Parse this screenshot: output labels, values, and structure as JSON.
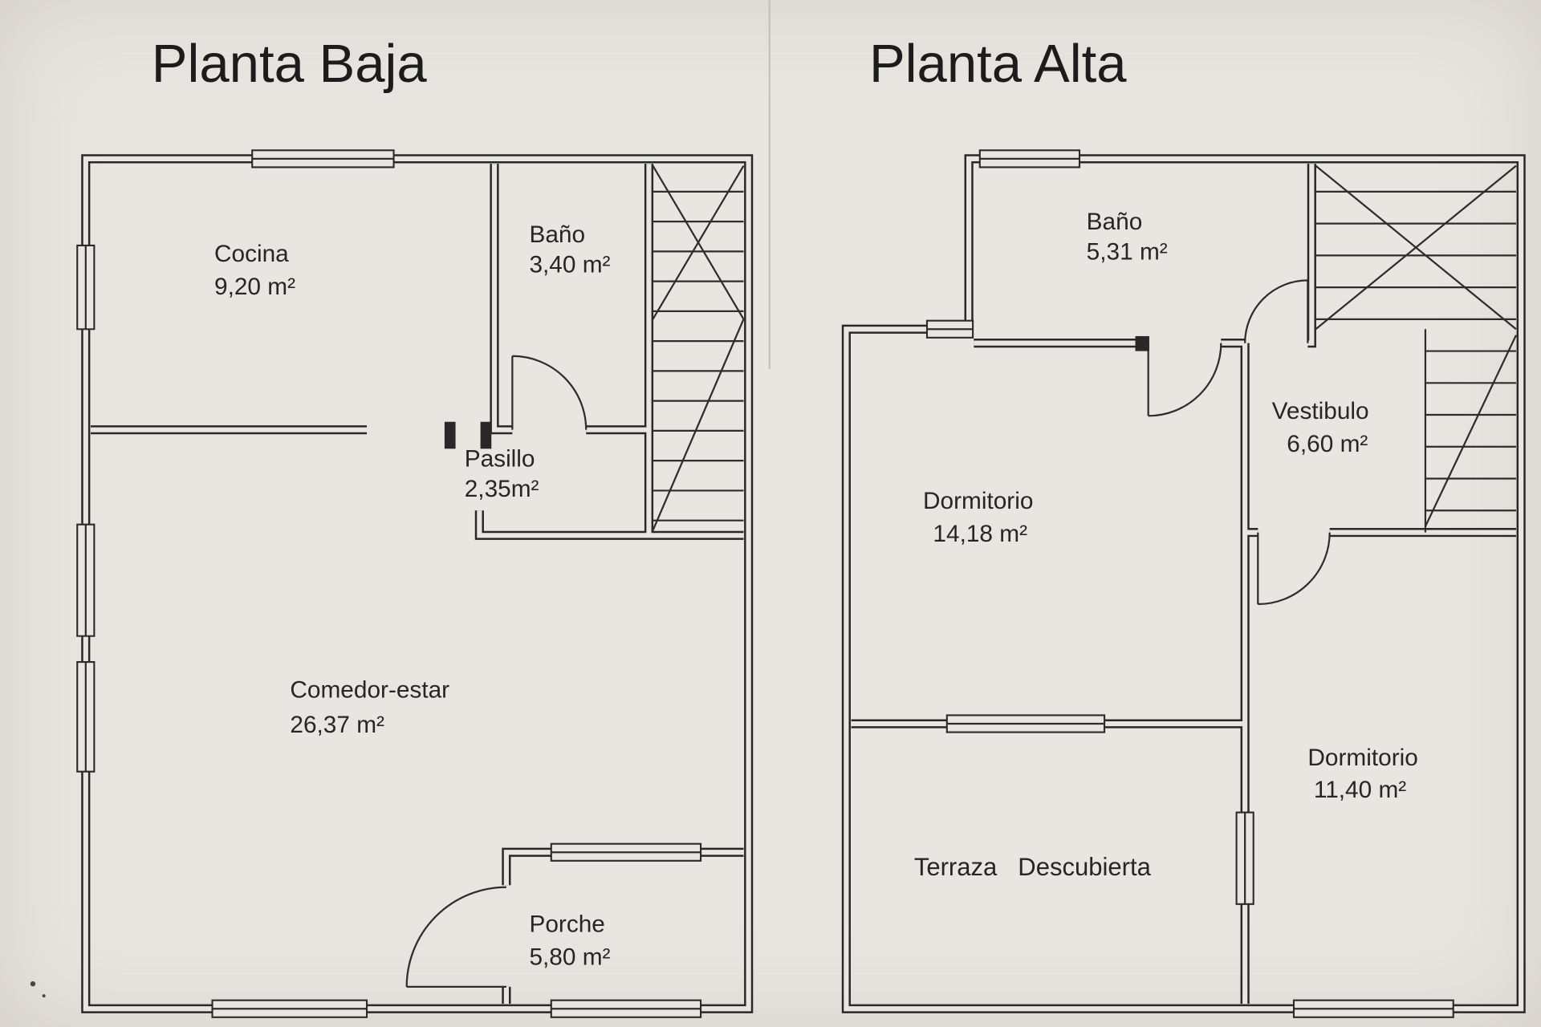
{
  "palette": {
    "background": "#e9e6e1",
    "ink": "#282828"
  },
  "plans": [
    {
      "title": "Planta Baja",
      "rooms": [
        {
          "name": "Cocina",
          "area": "9,20 m²"
        },
        {
          "name": "Baño",
          "area": "3,40 m²"
        },
        {
          "name": "Pasillo",
          "area": "2,35m²"
        },
        {
          "name": "Comedor-estar",
          "area": "26,37 m²"
        },
        {
          "name": "Porche",
          "area": "5,80 m²"
        }
      ]
    },
    {
      "title": "Planta Alta",
      "rooms": [
        {
          "name": "Baño",
          "area": "5,31 m²"
        },
        {
          "name": "Vestibulo",
          "area": "6,60 m²"
        },
        {
          "name": "Dormitorio",
          "area": "14,18 m²"
        },
        {
          "name": "Dormitorio",
          "area": "11,40 m²"
        },
        {
          "name": "Terraza Descubierta",
          "area": ""
        }
      ]
    }
  ]
}
